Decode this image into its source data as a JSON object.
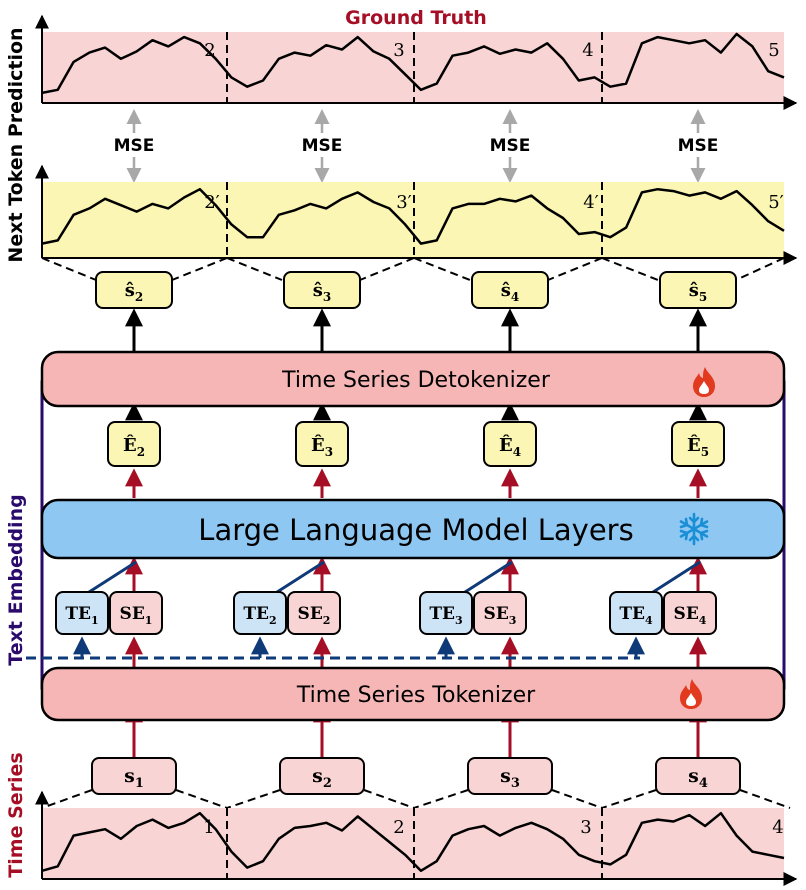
{
  "labels": {
    "ground_truth": "Ground Truth",
    "side_next_token": "Next Token Prediction",
    "side_text_embedding": "Text Embedding",
    "side_time_series": "Time Series",
    "mse": "MSE",
    "detokenizer": "Time Series Detokenizer",
    "llm_layers": "Large Language Model Layers",
    "tokenizer": "Time Series Tokenizer"
  },
  "top_segments": [
    "2",
    "3",
    "4",
    "5"
  ],
  "pred_segments": [
    "2′",
    "3′",
    "4′",
    "5′"
  ],
  "bottom_segments": [
    "1",
    "2",
    "3",
    "4"
  ],
  "s_hat": [
    {
      "base": "ŝ",
      "sub": "2"
    },
    {
      "base": "ŝ",
      "sub": "3"
    },
    {
      "base": "ŝ",
      "sub": "4"
    },
    {
      "base": "ŝ",
      "sub": "5"
    }
  ],
  "e_hat": [
    {
      "base": "Ê",
      "sub": "2"
    },
    {
      "base": "Ê",
      "sub": "3"
    },
    {
      "base": "Ê",
      "sub": "4"
    },
    {
      "base": "Ê",
      "sub": "5"
    }
  ],
  "te": [
    {
      "base": "TE",
      "sub": "1"
    },
    {
      "base": "TE",
      "sub": "2"
    },
    {
      "base": "TE",
      "sub": "3"
    },
    {
      "base": "TE",
      "sub": "4"
    }
  ],
  "se": [
    {
      "base": "SE",
      "sub": "1"
    },
    {
      "base": "SE",
      "sub": "2"
    },
    {
      "base": "SE",
      "sub": "3"
    },
    {
      "base": "SE",
      "sub": "4"
    }
  ],
  "s_in": [
    {
      "base": "s",
      "sub": "1"
    },
    {
      "base": "s",
      "sub": "2"
    },
    {
      "base": "s",
      "sub": "3"
    },
    {
      "base": "s",
      "sub": "4"
    }
  ],
  "icons": {
    "trainable": "fire-icon",
    "frozen": "snowflake-icon"
  },
  "colors": {
    "red_accent": "#a50e25",
    "navy": "#0f3a78",
    "purple": "#2a0a6b",
    "pink_fill": "#f9d4d4",
    "yellow_fill": "#fbf6b4",
    "blue_fill": "#8ec7f2",
    "tile_blue": "#cde3f6",
    "grey_arrow": "#a8a8a8",
    "flame": "#e23a1e"
  }
}
